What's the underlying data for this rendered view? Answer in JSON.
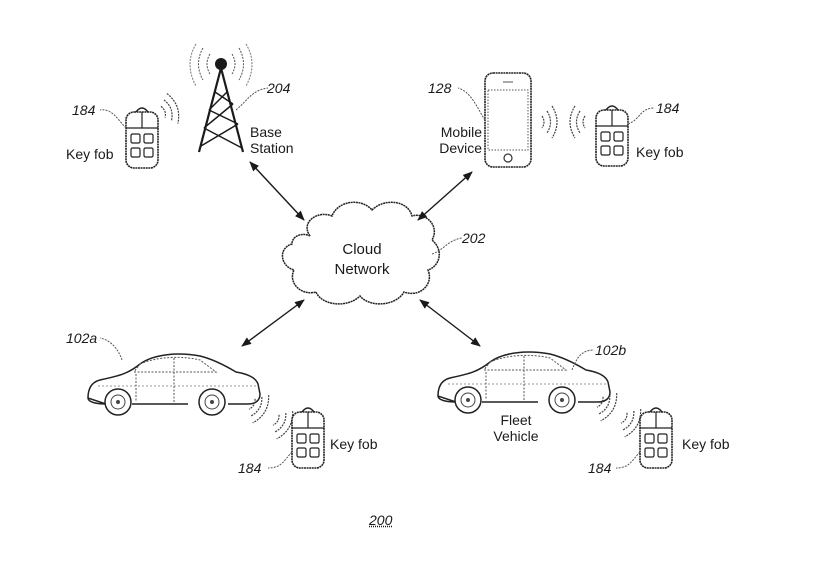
{
  "figure": {
    "number": "200"
  },
  "nodes": {
    "cloud": {
      "label_line1": "Cloud",
      "label_line2": "Network",
      "ref": "202"
    },
    "base_station": {
      "label_line1": "Base",
      "label_line2": "Station",
      "ref": "204"
    },
    "mobile_device": {
      "label_line1": "Mobile",
      "label_line2": "Device",
      "ref": "128"
    },
    "vehicle_a": {
      "ref": "102a"
    },
    "vehicle_b": {
      "label_line1": "Fleet",
      "label_line2": "Vehicle",
      "ref": "102b"
    },
    "key_fob_top_left": {
      "label": "Key fob",
      "ref": "184"
    },
    "key_fob_top_right": {
      "label": "Key fob",
      "ref": "184"
    },
    "key_fob_bottom_left": {
      "label": "Key fob",
      "ref": "184"
    },
    "key_fob_bottom_right": {
      "label": "Key fob",
      "ref": "184"
    }
  },
  "connections": [
    {
      "from": "base_station",
      "to": "cloud",
      "type": "bidirectional"
    },
    {
      "from": "mobile_device",
      "to": "cloud",
      "type": "bidirectional"
    },
    {
      "from": "vehicle_a",
      "to": "cloud",
      "type": "bidirectional"
    },
    {
      "from": "vehicle_b",
      "to": "cloud",
      "type": "bidirectional"
    },
    {
      "from": "key_fob_top_left",
      "to": "base_station",
      "type": "wireless"
    },
    {
      "from": "mobile_device",
      "to": "key_fob_top_right",
      "type": "wireless"
    },
    {
      "from": "vehicle_a",
      "to": "key_fob_bottom_left",
      "type": "wireless"
    },
    {
      "from": "vehicle_b",
      "to": "key_fob_bottom_right",
      "type": "wireless"
    }
  ]
}
